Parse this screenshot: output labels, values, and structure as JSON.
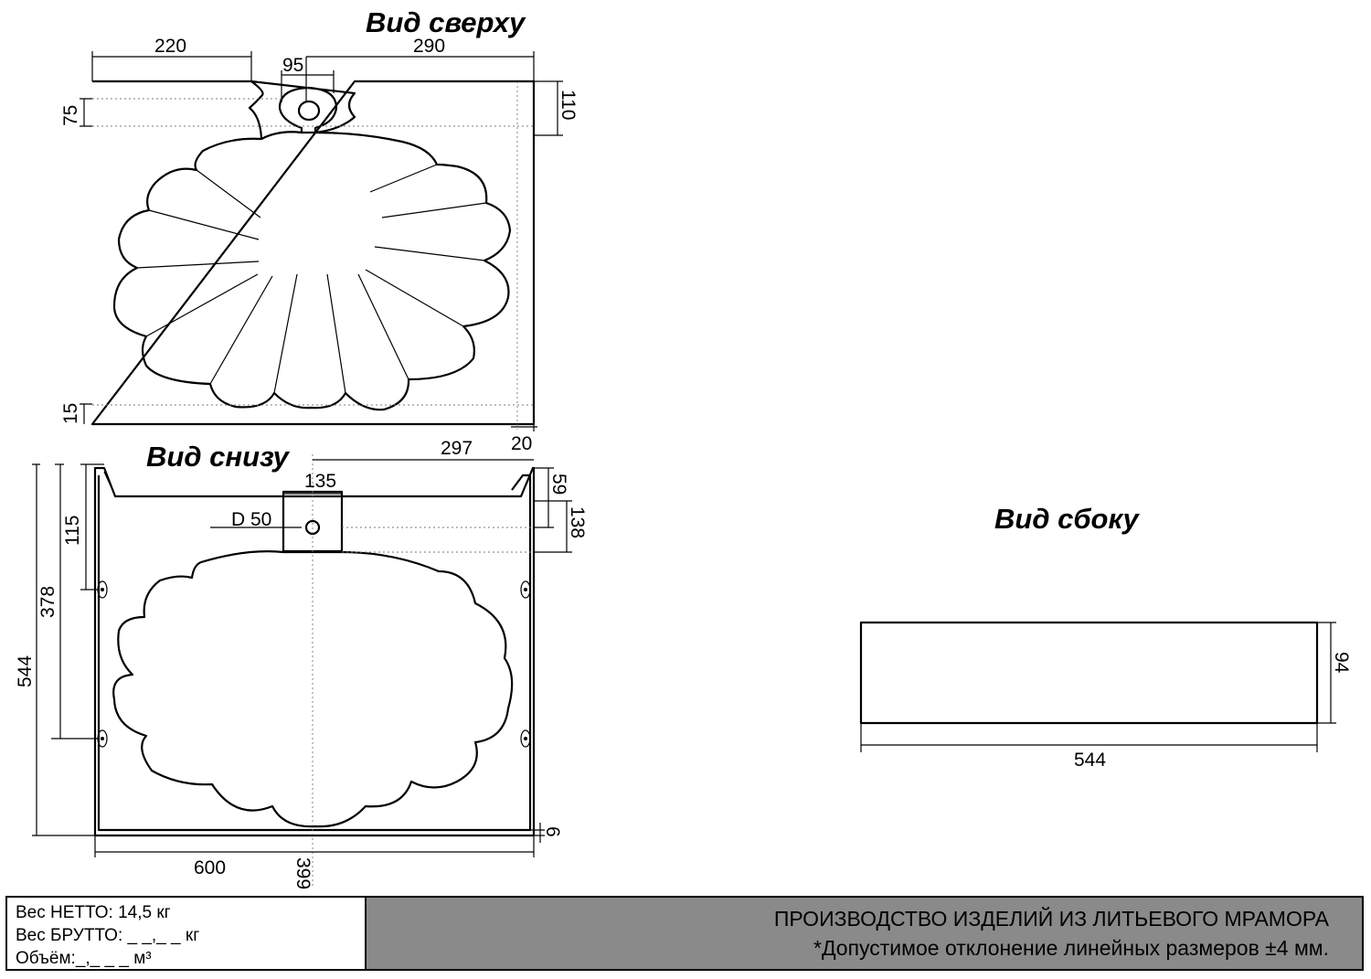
{
  "views": {
    "top": "Вид сверху",
    "bottom": "Вид снизу",
    "side": "Вид сбоку"
  },
  "dims_top": {
    "d220": "220",
    "d290": "290",
    "d95": "95",
    "d75": "75",
    "d110": "110",
    "d15": "15",
    "d20": "20"
  },
  "dims_bottom": {
    "d297": "297",
    "d135": "135",
    "d59": "59",
    "d138": "138",
    "d50": "D 50",
    "d115": "115",
    "d378": "378",
    "d544": "544",
    "d600": "600",
    "d399": "399",
    "d6": "6"
  },
  "dims_side": {
    "d94": "94",
    "d544": "544"
  },
  "footer": {
    "net": "Вес НЕТТО: 14,5 кг",
    "gross": "Вес БРУТТО: _ _,_ _ кг",
    "volume": "Объём:_,_ _ _ м³",
    "production": "ПРОИЗВОДСТВО ИЗДЕЛИЙ ИЗ ЛИТЬЕВОГО МРАМОРА",
    "tolerance": "*Допустимое отклонение линейных размеров ±4 мм."
  }
}
